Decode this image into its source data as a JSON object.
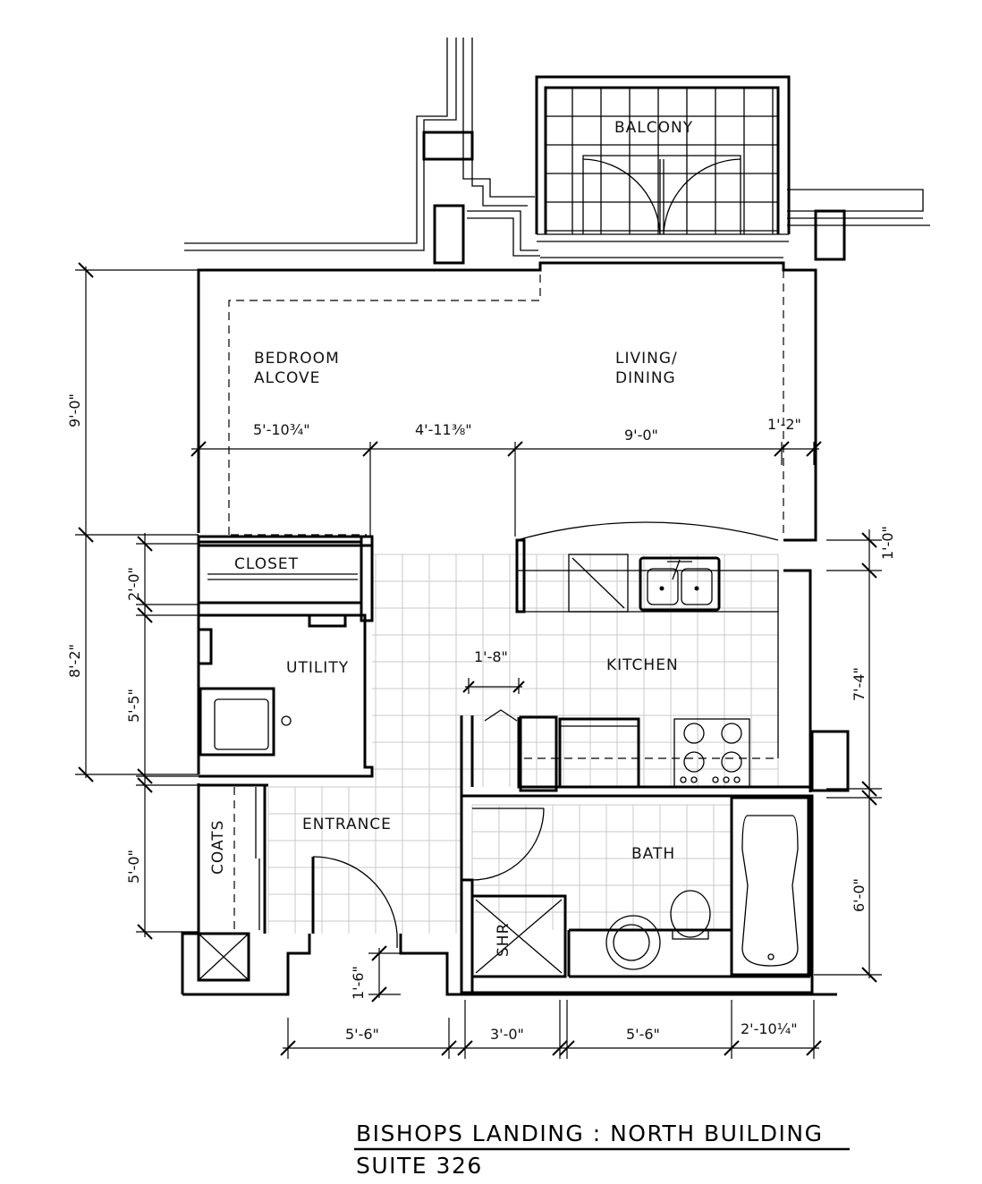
{
  "rooms": {
    "balcony": "BALCONY",
    "bedroom_line1": "BEDROOM",
    "bedroom_line2": "ALCOVE",
    "living_line1": "LIVING/",
    "living_line2": "DINING",
    "closet": "CLOSET",
    "utility": "UTILITY",
    "kitchen": "KITCHEN",
    "entrance": "ENTRANCE",
    "coats": "COATS",
    "bath": "BATH",
    "shower": "SHR"
  },
  "dimensions": {
    "top_9_0": "9'-0\"",
    "left_8_2": "8'-2\"",
    "closet_2_0": "2'-0\"",
    "utility_5_5": "5'-5\"",
    "entrance_5_0": "5'-0\"",
    "right_1_0": "1'-0\"",
    "right_7_4": "7'-4\"",
    "right_6_0": "6'-0\"",
    "mid_1": "5'-10¾\"",
    "mid_2": "4'-11⅜\"",
    "mid_3": "9'-0\"",
    "mid_4": "1'-2\"",
    "kitchen_1_8": "1'-8\"",
    "door_1_6": "1'-6\"",
    "bot_1": "5'-6\"",
    "bot_2": "3'-0\"",
    "bot_3": "5'-6\"",
    "bot_4": "2'-10¼\""
  },
  "title": {
    "line1": "BISHOPS LANDING : NORTH BUILDING",
    "line2": "SUITE 326"
  }
}
